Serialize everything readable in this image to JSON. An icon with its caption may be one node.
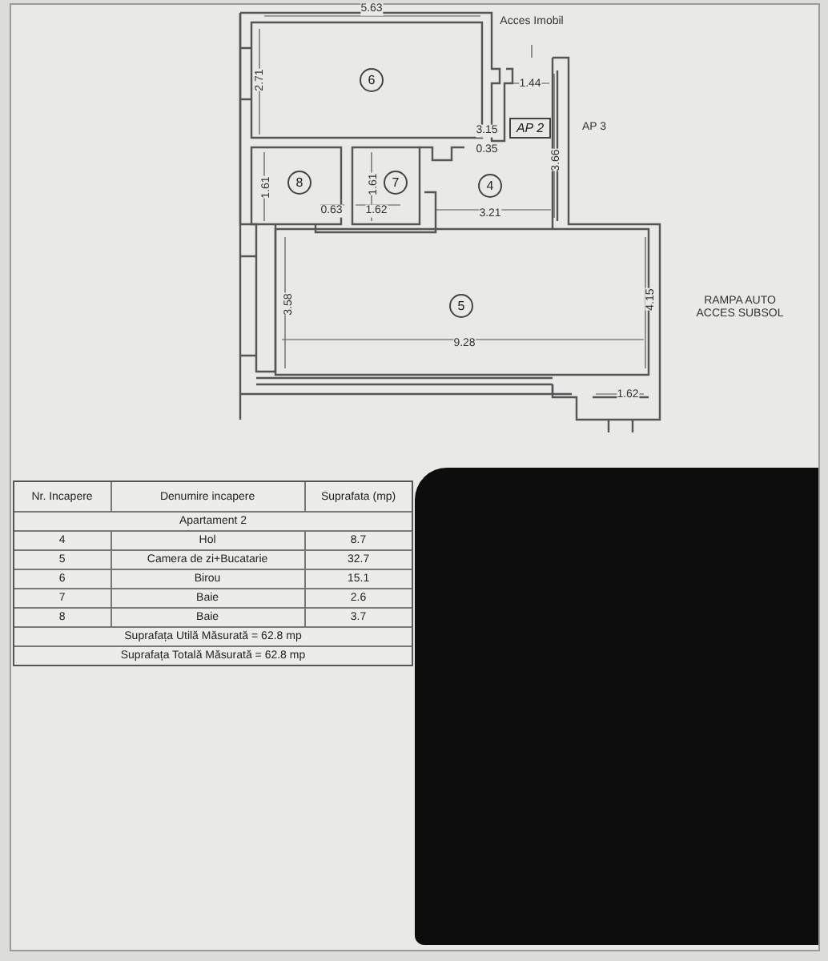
{
  "diagram": {
    "nodes": [
      {
        "text": [
          "6"
        ]
      },
      {
        "text": [
          "8"
        ]
      },
      {
        "text": [
          "7"
        ]
      },
      {
        "text": [
          "4"
        ]
      },
      {
        "text": [
          "AP 2"
        ]
      },
      {
        "text": [
          "5"
        ]
      }
    ],
    "labels": [
      "5.63",
      "Acces Imobil",
      "2.71",
      "1.44",
      "3.15",
      "0.35",
      "AP 3",
      "3.66",
      "1.61",
      "1.61",
      "0.63",
      "1.62",
      "3.21",
      "3.58",
      "4.15",
      "9.28",
      "1.62",
      "RAMPA AUTO ACCES SUBSOL",
      "Nr. Incapere",
      "Denumire incapere",
      "Suprafata (mp)",
      "Apartament 2",
      "4",
      "Hol",
      "8.7",
      "5",
      "Camera de zi+Bucatarie",
      "32.7",
      "6",
      "Birou",
      "15.1",
      "7",
      "Baie",
      "2.6",
      "8",
      "Baie",
      "3.7",
      "Suprafața Utilă Măsurată = 62.8 mp",
      "Suprafața Totală Măsurată = 62.8 mp"
    ]
  }
}
